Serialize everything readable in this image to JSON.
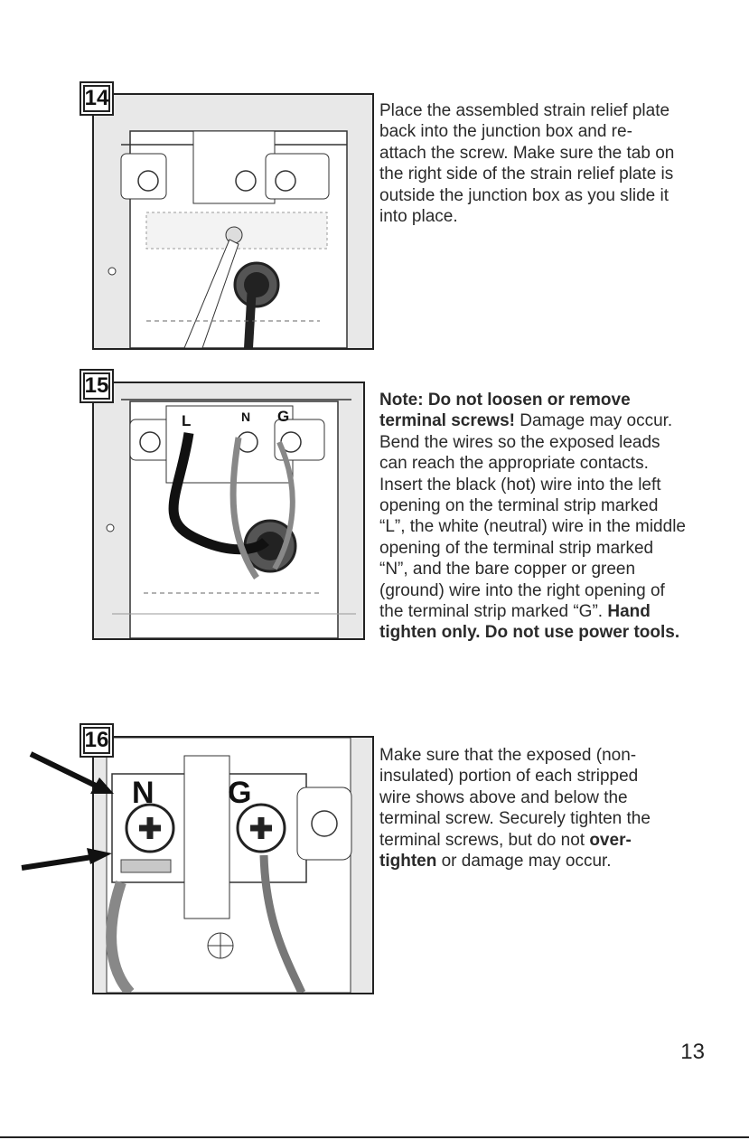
{
  "steps": [
    {
      "number": "14",
      "parts": [
        {
          "text": "Place the assembled strain relief plate back into the junction box and re-attach the screw. Make sure the tab on the right side of the strain relief plate is outside the junction box as you slide it into place.",
          "bold": false
        }
      ]
    },
    {
      "number": "15",
      "labels": {
        "l": "L",
        "n": "N",
        "g": "G"
      },
      "parts": [
        {
          "text": "Note: Do not loosen or remove terminal screws!",
          "bold": true
        },
        {
          "text": " Damage may occur. Bend the wires so the exposed leads can reach the appropriate contacts. Insert the black (hot) wire into the left opening on the terminal strip marked “L”, the white (neutral) wire in the middle opening of the terminal strip marked “N”, and the bare copper or green (ground) wire into the right opening of the terminal strip marked “G”. ",
          "bold": false
        },
        {
          "text": "Hand tighten only. Do not use power tools.",
          "bold": true
        }
      ]
    },
    {
      "number": "16",
      "labels": {
        "n": "N",
        "g": "G"
      },
      "parts": [
        {
          "text": "Make sure that the exposed (non-insulated) portion of each stripped wire shows above and below the terminal screw. Securely tighten the terminal screws, but do not ",
          "bold": false
        },
        {
          "text": "over-tighten",
          "bold": true
        },
        {
          "text": " or damage may occur.",
          "bold": false
        }
      ]
    }
  ],
  "page_number": "13"
}
